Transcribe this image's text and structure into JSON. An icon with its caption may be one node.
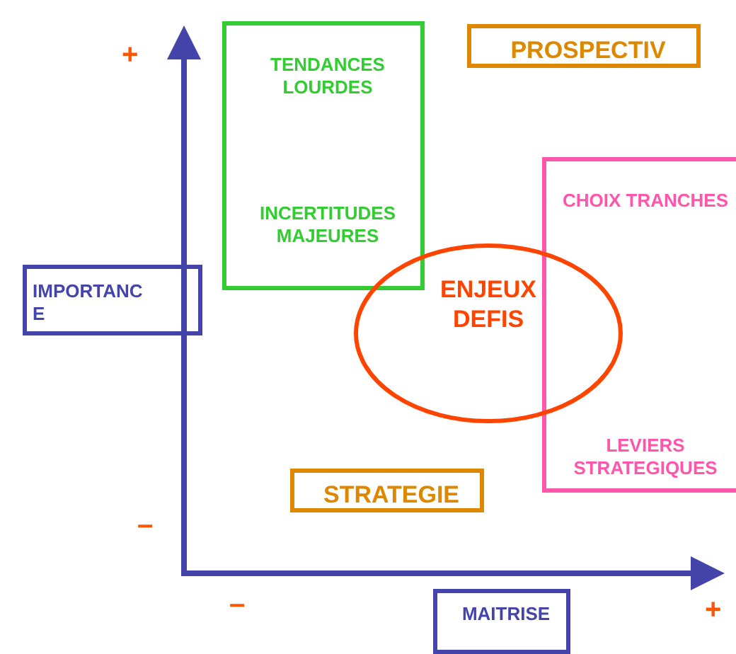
{
  "diagram": {
    "nodes": [
      {
        "text": [
          "TENDANCES LOURDES",
          "INCERTITUDES MAJEURES"
        ]
      },
      {
        "text": [
          "PROSPECTIV"
        ]
      },
      {
        "text": [
          "CHOIX TRANCHES",
          "LEVIERS STRATEGIQUES"
        ]
      },
      {
        "text": [
          "ENJEUX DEFIS"
        ]
      },
      {
        "text": [
          "STRATEGIE"
        ]
      },
      {
        "text": [
          "IMPORTANCE"
        ]
      },
      {
        "text": [
          "MAITRISE"
        ]
      }
    ],
    "edges": [],
    "labels": [
      "+",
      "–",
      "–",
      "+"
    ]
  }
}
